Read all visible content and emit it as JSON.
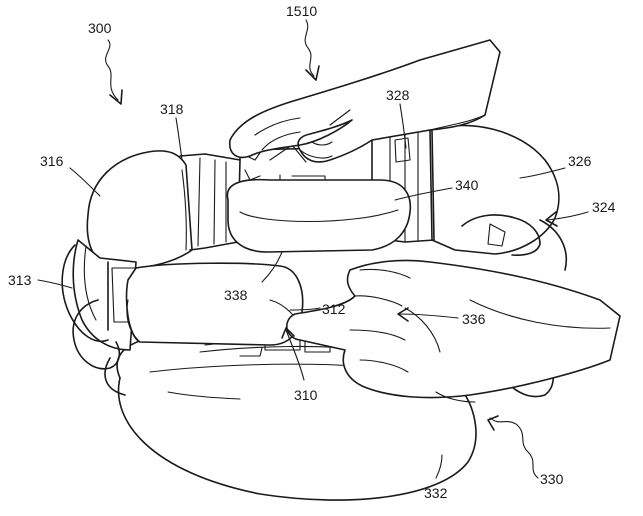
{
  "figure": {
    "labels": {
      "l300": "300",
      "l1510": "1510",
      "l318": "318",
      "l328": "328",
      "l316": "316",
      "l326": "326",
      "l340": "340",
      "l324": "324",
      "l313": "313",
      "l338": "338",
      "l312": "312",
      "l336": "336",
      "l310": "310",
      "l330": "330",
      "l332": "332"
    }
  }
}
